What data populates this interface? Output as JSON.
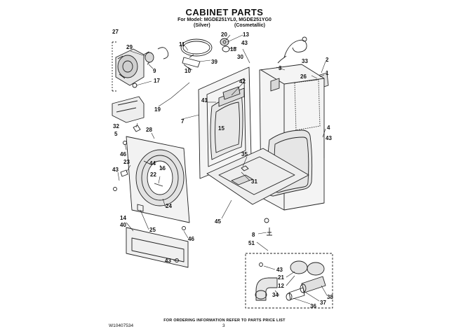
{
  "header": {
    "title": "CABINET PARTS",
    "model": "For Model: MGDE251YL0, MGDE251YG0",
    "variant_left": "(Silver)",
    "variant_right": "(Cosmetallic)"
  },
  "footer": {
    "note": "FOR ORDERING INFORMATION REFER TO PARTS PRICE LIST",
    "doc_number": "W10407534",
    "page_number": "3"
  },
  "callouts": [
    {
      "id": "c27a",
      "label": "27"
    },
    {
      "id": "c29",
      "label": "29"
    },
    {
      "id": "c11",
      "label": "11"
    },
    {
      "id": "c20",
      "label": "20"
    },
    {
      "id": "c13",
      "label": "13"
    },
    {
      "id": "c43a",
      "label": "43"
    },
    {
      "id": "c18",
      "label": "18"
    },
    {
      "id": "c30",
      "label": "30"
    },
    {
      "id": "c33",
      "label": "33"
    },
    {
      "id": "c9",
      "label": "9"
    },
    {
      "id": "c10",
      "label": "10"
    },
    {
      "id": "c39",
      "label": "39"
    },
    {
      "id": "c17",
      "label": "17"
    },
    {
      "id": "c3",
      "label": "3"
    },
    {
      "id": "c2",
      "label": "2"
    },
    {
      "id": "c1",
      "label": "1"
    },
    {
      "id": "c26",
      "label": "26"
    },
    {
      "id": "c42",
      "label": "42"
    },
    {
      "id": "c41",
      "label": "41"
    },
    {
      "id": "c19",
      "label": "19"
    },
    {
      "id": "c7",
      "label": "7"
    },
    {
      "id": "c15",
      "label": "15"
    },
    {
      "id": "c32",
      "label": "32"
    },
    {
      "id": "c5",
      "label": "5"
    },
    {
      "id": "c28",
      "label": "28"
    },
    {
      "id": "c4",
      "label": "4"
    },
    {
      "id": "c43b",
      "label": "43"
    },
    {
      "id": "c46a",
      "label": "46"
    },
    {
      "id": "c23",
      "label": "23"
    },
    {
      "id": "c44",
      "label": "44"
    },
    {
      "id": "c16",
      "label": "16"
    },
    {
      "id": "c43c",
      "label": "43"
    },
    {
      "id": "c22",
      "label": "22"
    },
    {
      "id": "c35",
      "label": "35"
    },
    {
      "id": "c31",
      "label": "31"
    },
    {
      "id": "c24",
      "label": "24"
    },
    {
      "id": "c14",
      "label": "14"
    },
    {
      "id": "c40",
      "label": "40"
    },
    {
      "id": "c25",
      "label": "25"
    },
    {
      "id": "c45",
      "label": "45"
    },
    {
      "id": "c8",
      "label": "8"
    },
    {
      "id": "c51",
      "label": "51"
    },
    {
      "id": "c46b",
      "label": "46"
    },
    {
      "id": "c43d",
      "label": "43"
    },
    {
      "id": "c43e",
      "label": "43"
    },
    {
      "id": "c21",
      "label": "21"
    },
    {
      "id": "c12",
      "label": "12"
    },
    {
      "id": "c34",
      "label": "34"
    },
    {
      "id": "c36",
      "label": "36"
    },
    {
      "id": "c37",
      "label": "37"
    },
    {
      "id": "c38",
      "label": "38"
    }
  ]
}
